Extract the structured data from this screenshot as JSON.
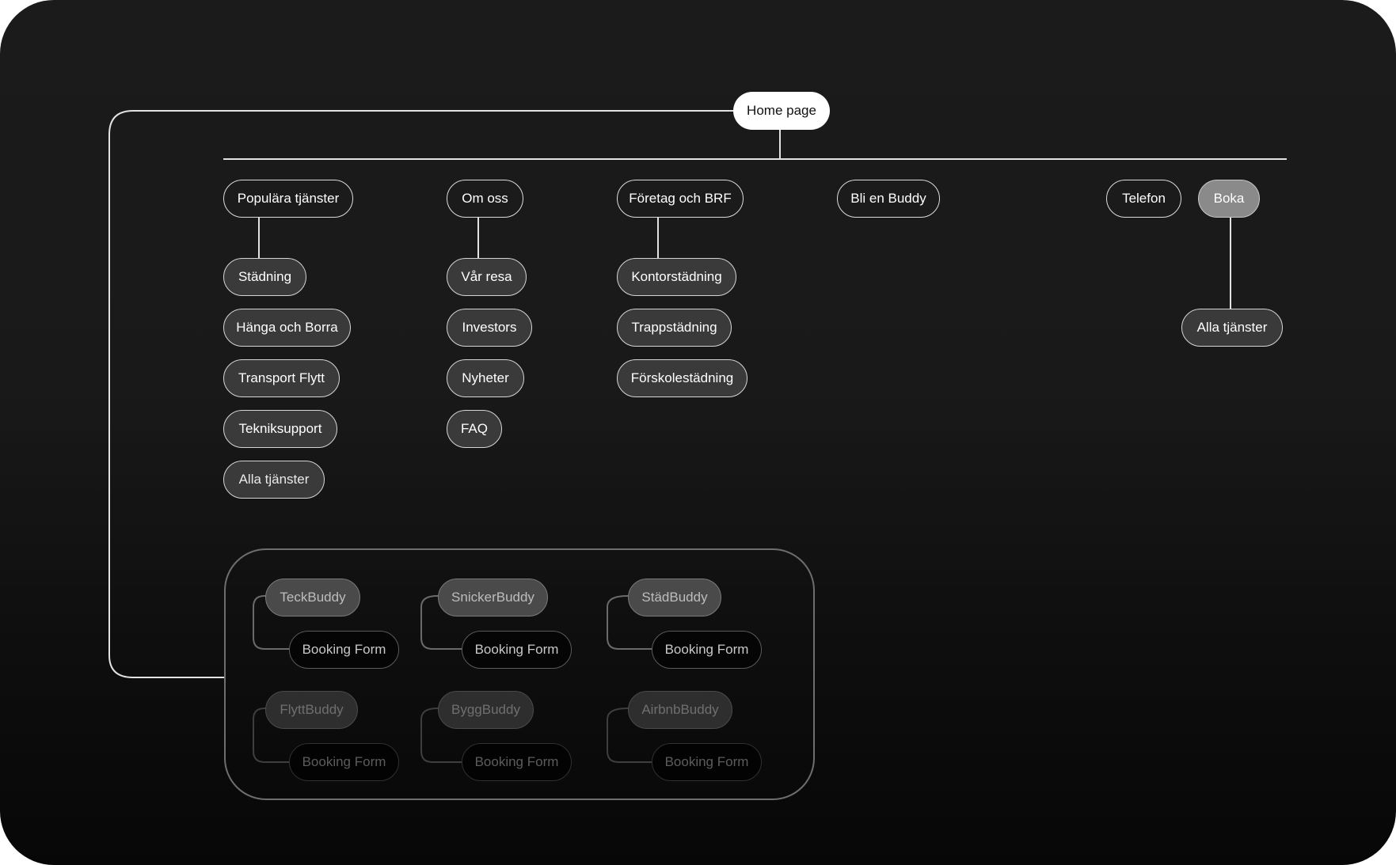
{
  "home": "Home page",
  "top_nav": [
    {
      "label": "Populära tjänster",
      "children": [
        "Städning",
        "Hänga och Borra",
        "Transport Flytt",
        "Tekniksupport",
        "Alla tjänster"
      ]
    },
    {
      "label": "Om oss",
      "children": [
        "Vår resa",
        "Investors",
        "Nyheter",
        "FAQ"
      ]
    },
    {
      "label": "Företag och BRF",
      "children": [
        "Kontorstädning",
        "Trappstädning",
        "Förskolestädning"
      ]
    },
    {
      "label": "Bli en Buddy",
      "children": []
    },
    {
      "label": "Telefon",
      "children": []
    },
    {
      "label": "Boka",
      "children": [
        "Alla tjänster"
      ]
    }
  ],
  "buddies": [
    {
      "name": "TeckBuddy",
      "form": "Booking Form"
    },
    {
      "name": "SnickerBuddy",
      "form": "Booking Form"
    },
    {
      "name": "StädBuddy",
      "form": "Booking Form"
    },
    {
      "name": "FlyttBuddy",
      "form": "Booking Form"
    },
    {
      "name": "ByggBuddy",
      "form": "Booking Form"
    },
    {
      "name": "AirbnbBuddy",
      "form": "Booking Form"
    }
  ],
  "colors": {
    "background_top": "#1b1b1b",
    "background_bottom": "#070707",
    "connector": "#e0e0e0",
    "home_fill": "#ffffff",
    "boka_fill": "#8a8a8a"
  }
}
